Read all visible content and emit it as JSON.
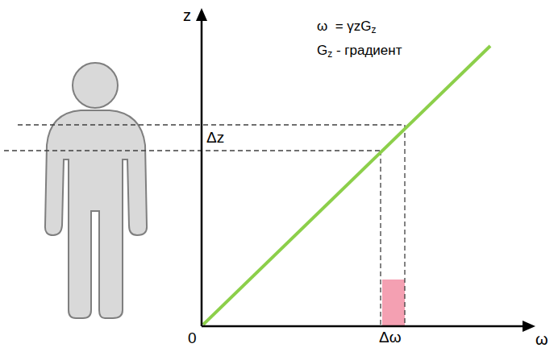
{
  "diagram": {
    "labels": [
      "z",
      "ω  = γzG",
      "z",
      "G",
      "z",
      " - градиент",
      "Δz",
      "0",
      "Δω",
      "ω"
    ]
  }
}
